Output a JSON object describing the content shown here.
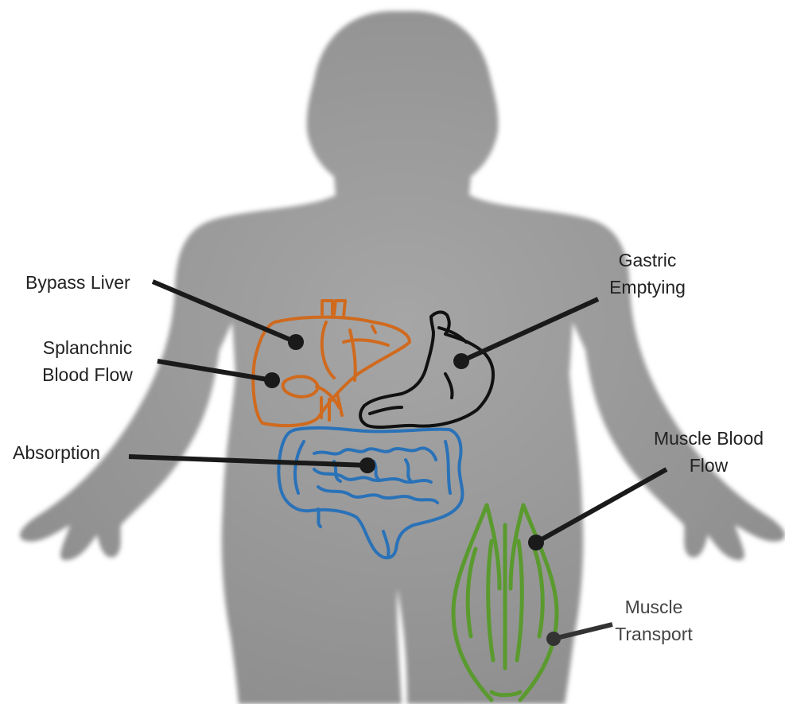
{
  "labels": {
    "bypass_liver": "Bypass Liver",
    "splanchnic_blood_flow": [
      "Splanchnic",
      "Blood Flow"
    ],
    "absorption": "Absorption",
    "gastric_emptying": [
      "Gastric",
      "Emptying"
    ],
    "muscle_blood_flow": [
      "Muscle Blood",
      "Flow"
    ],
    "muscle_transport": [
      "Muscle",
      "Transport"
    ]
  },
  "colors": {
    "body_silhouette": "#9a9a9a",
    "liver": "#d06a1e",
    "stomach": "#111111",
    "intestine": "#2a72b8",
    "muscle": "#5a9a2e",
    "pointer": "#1a1a1a"
  },
  "icons": {
    "silhouette": "human-body-silhouette-icon",
    "liver": "liver-icon",
    "stomach": "stomach-icon",
    "intestine": "intestine-icon",
    "muscle": "muscle-icon"
  }
}
